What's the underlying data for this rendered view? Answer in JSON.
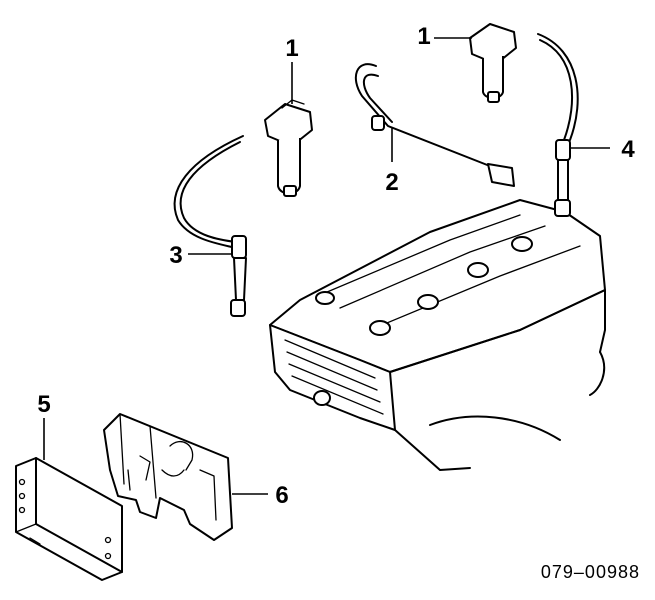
{
  "callouts": [
    {
      "number": "1"
    },
    {
      "number": "1"
    },
    {
      "number": "2"
    },
    {
      "number": "3"
    },
    {
      "number": "4"
    },
    {
      "number": "5"
    },
    {
      "number": "6"
    }
  ],
  "diagram_code": "079–00988"
}
